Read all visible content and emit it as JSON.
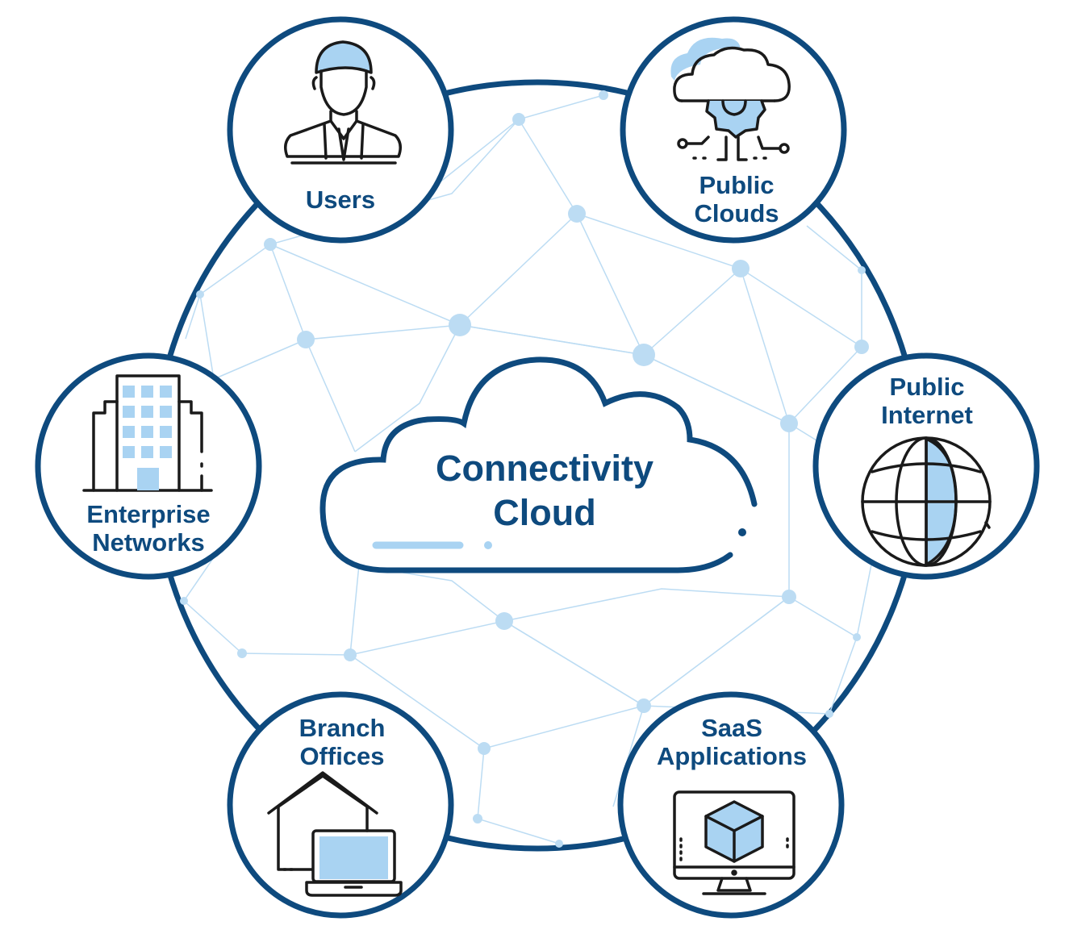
{
  "center": {
    "line1": "Connectivity",
    "line2": "Cloud"
  },
  "nodes": {
    "users": {
      "label": "Users",
      "icon": "user-icon"
    },
    "public_clouds": {
      "line1": "Public",
      "line2": "Clouds",
      "icon": "cloud-gear-icon"
    },
    "public_internet": {
      "line1": "Public",
      "line2": "Internet",
      "icon": "globe-icon"
    },
    "saas": {
      "line1": "SaaS",
      "line2": "Applications",
      "icon": "monitor-cube-icon"
    },
    "branch": {
      "line1": "Branch",
      "line2": "Offices",
      "icon": "house-laptop-icon"
    },
    "enterprise": {
      "line1": "Enterprise",
      "line2": "Networks",
      "icon": "office-building-icon"
    }
  },
  "colors": {
    "navy": "#0e4a7e",
    "light_blue": "#a9d3f2",
    "mesh": "#bcdcf3",
    "icon_stroke": "#1a1a1a"
  }
}
